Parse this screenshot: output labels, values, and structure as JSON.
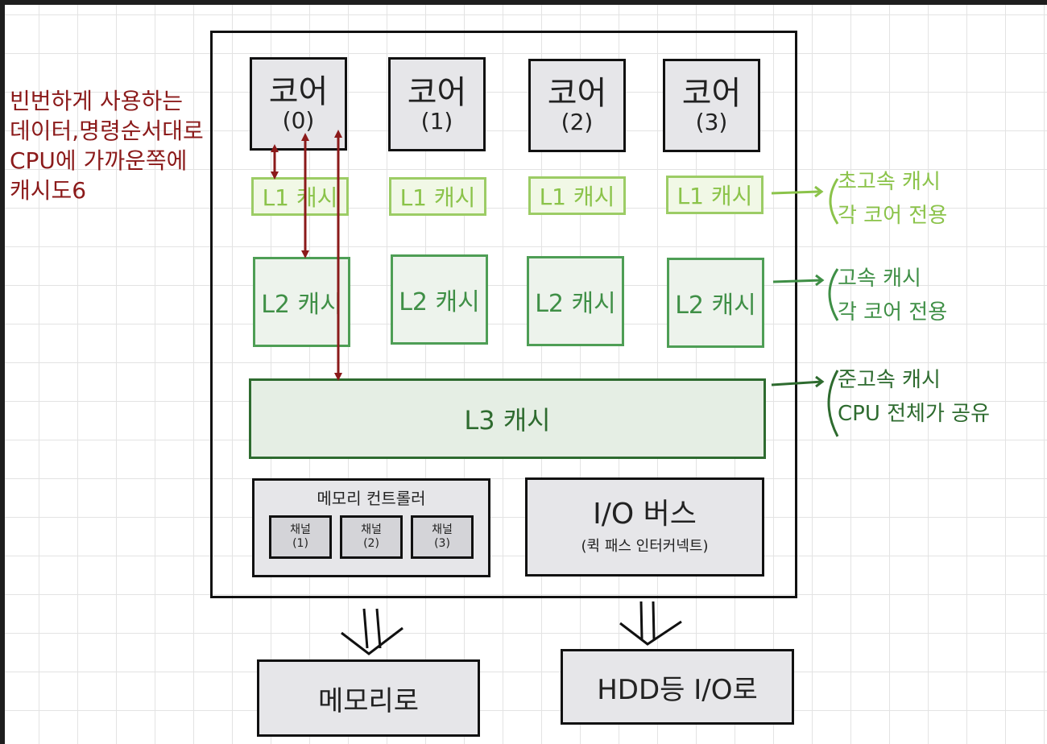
{
  "cpu": {
    "cores": [
      {
        "label": "코어",
        "index": "(0)"
      },
      {
        "label": "코어",
        "index": "(1)"
      },
      {
        "label": "코어",
        "index": "(2)"
      },
      {
        "label": "코어",
        "index": "(3)"
      }
    ],
    "l1_label": "L1 캐시",
    "l2_label": "L2 캐시",
    "l3_label": "L3 캐시",
    "memory_controller": {
      "title": "메모리 컨트롤러",
      "channels": [
        {
          "label": "채널",
          "index": "(1)"
        },
        {
          "label": "채널",
          "index": "(2)"
        },
        {
          "label": "채널",
          "index": "(3)"
        }
      ]
    },
    "io_bus": {
      "title": "I/O 버스",
      "subtitle": "(퀵 패스 인터커넥트)"
    }
  },
  "external": {
    "memory": "메모리로",
    "io": "HDD등 I/O로"
  },
  "notes": {
    "left_red": [
      "빈번하게 사용하는",
      "데이터,명령순서대로",
      "CPU에 가까운쪽에",
      "캐시도6"
    ],
    "l1": [
      "초고속 캐시",
      "각 코어 전용"
    ],
    "l2": [
      "고속 캐시",
      "각 코어 전용"
    ],
    "l3": [
      "준고속 캐시",
      "CPU 전체가 공유"
    ]
  },
  "colors": {
    "core_fill": "#e6e6e9",
    "l1_border": "#9ccc65",
    "l2_border": "#4e9e55",
    "l3_border": "#2e6b2f",
    "note_red": "#8b1a1a",
    "grid": "#e3e3e3"
  }
}
